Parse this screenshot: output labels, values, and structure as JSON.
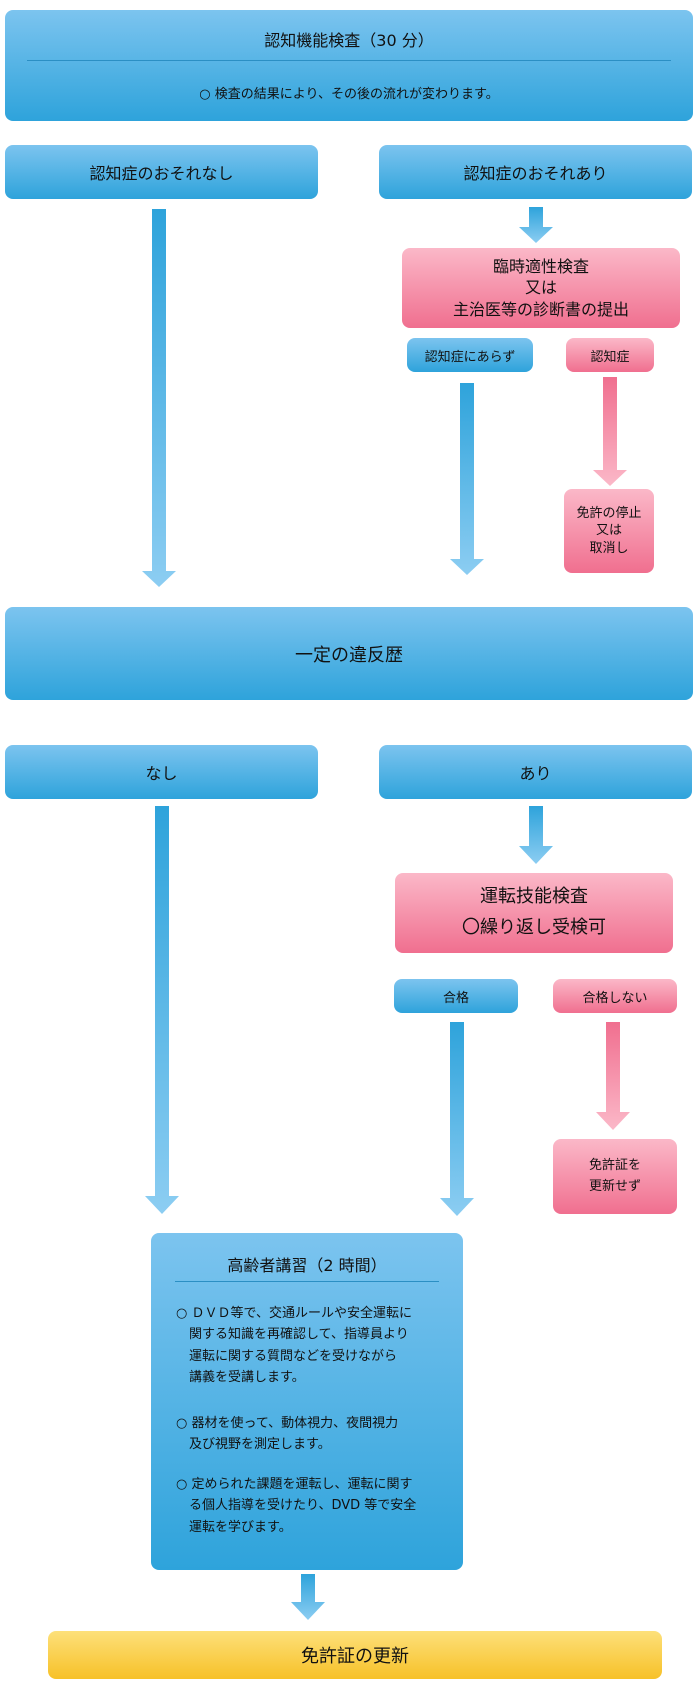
{
  "top": {
    "title": "認知機能検査（30 分）",
    "note": "○ 検査の結果により、その後の流れが変わります。"
  },
  "stage1": {
    "no_risk": "認知症のおそれなし",
    "risk": "認知症のおそれあり",
    "exam": [
      "臨時適性検査",
      "又は",
      "主治医等の診断書の提出"
    ],
    "not_dementia": "認知症にあらず",
    "dementia": "認知症",
    "suspend": [
      "免許の停止",
      "又は",
      "取消し"
    ]
  },
  "violation": {
    "title": "一定の違反歴"
  },
  "stage2": {
    "none": "なし",
    "some": "あり",
    "skill_test": [
      "運転技能検査",
      "〇繰り返し受検可"
    ],
    "pass": "合格",
    "fail": "合格しない",
    "no_renew": [
      "免許証を",
      "更新せず"
    ]
  },
  "lecture": {
    "title": "高齢者講習（2 時間）",
    "items": [
      [
        "○ ＤＶＤ等で、交通ルールや安全運転に",
        "　関する知識を再確認して、指導員より",
        "　運転に関する質問などを受けながら",
        "　講義を受講します。"
      ],
      [
        "○ 器材を使って、動体視力、夜間視力",
        "　及び視野を測定します。"
      ],
      [
        "○ 定められた課題を運転し、運転に関す",
        "　る個人指導を受けたり、DVD 等で安全",
        "　運転を学びます。"
      ]
    ]
  },
  "final": {
    "title": "免許証の更新"
  },
  "colors": {
    "blue_top": "#7cc4ef",
    "blue_bottom": "#2ea3db",
    "pink_top": "#fbb8c8",
    "pink_bottom": "#f06f8f",
    "gold": "#f7c128"
  }
}
